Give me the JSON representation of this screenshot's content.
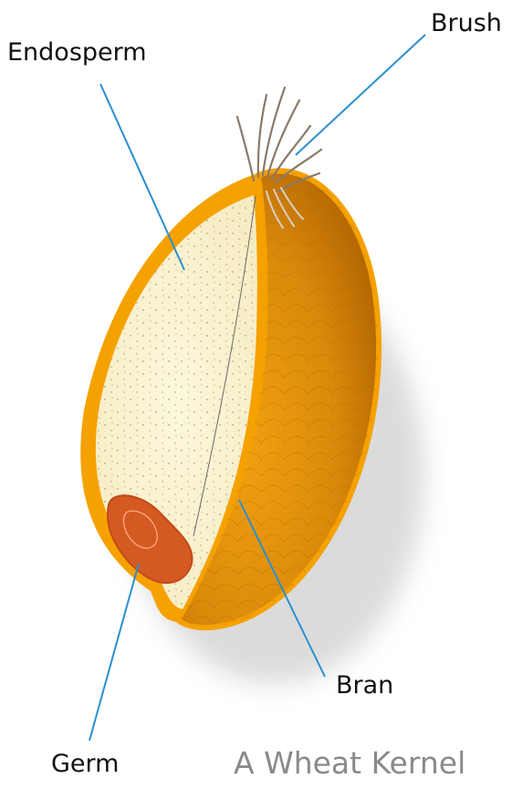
{
  "labels": {
    "endosperm": "Endosperm",
    "brush": "Brush",
    "bran": "Bran",
    "germ": "Germ"
  },
  "caption": "A Wheat Kernel",
  "colors": {
    "bran_outer": "#f5a100",
    "bran_dark": "#c76a00",
    "endosperm": "#fbf3cf",
    "germ": "#d55a22",
    "leader_line": "#2a8fd0",
    "brush_hair": "#8a7a68",
    "caption_text": "#8a8a8a"
  }
}
